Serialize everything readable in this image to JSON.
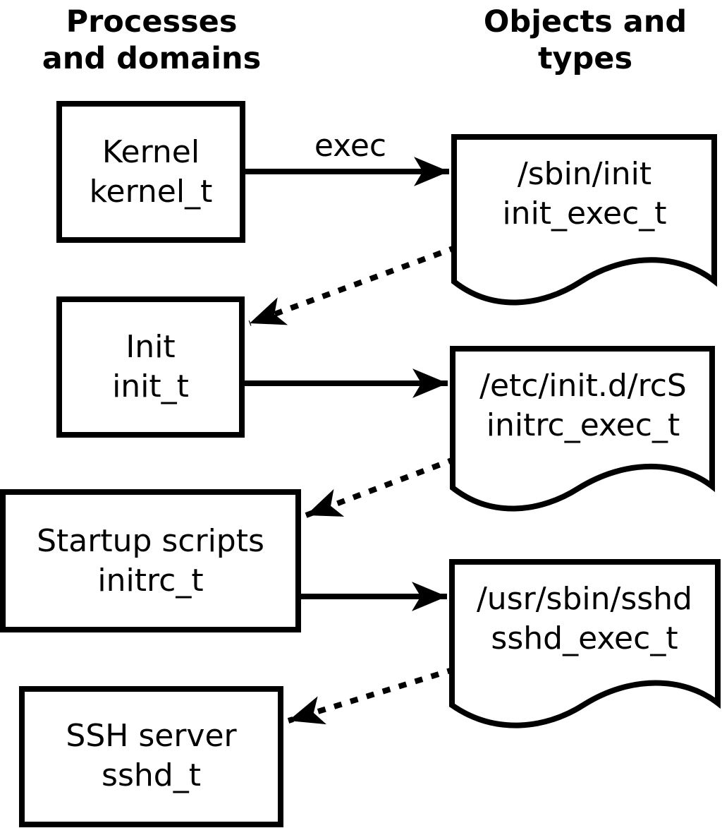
{
  "diagram": {
    "headers": {
      "left": "Processes\nand domains",
      "right": "Objects and\ntypes"
    },
    "exec_label": "exec",
    "processes": [
      {
        "name": "Kernel",
        "type": "kernel_t"
      },
      {
        "name": "Init",
        "type": "init_t"
      },
      {
        "name": "Startup scripts",
        "type": "initrc_t"
      },
      {
        "name": "SSH server",
        "type": "sshd_t"
      }
    ],
    "objects": [
      {
        "path": "/sbin/init",
        "type": "init_exec_t"
      },
      {
        "path": "/etc/init.d/rcS",
        "type": "initrc_exec_t"
      },
      {
        "path": "/usr/sbin/sshd",
        "type": "sshd_exec_t"
      }
    ],
    "edges": {
      "exec_arrows": [
        {
          "from": "kernel_t",
          "to": "init_exec_t",
          "label": "exec",
          "style": "solid"
        },
        {
          "from": "init_t",
          "to": "initrc_exec_t",
          "label": "",
          "style": "solid"
        },
        {
          "from": "initrc_t",
          "to": "sshd_exec_t",
          "label": "",
          "style": "solid"
        }
      ],
      "transition_arrows": [
        {
          "from": "init_exec_t",
          "to": "init_t",
          "style": "dotted"
        },
        {
          "from": "initrc_exec_t",
          "to": "initrc_t",
          "style": "dotted"
        },
        {
          "from": "sshd_exec_t",
          "to": "sshd_t",
          "style": "dotted"
        }
      ]
    },
    "colors": {
      "ink": "#000000",
      "background": "#ffffff"
    }
  }
}
